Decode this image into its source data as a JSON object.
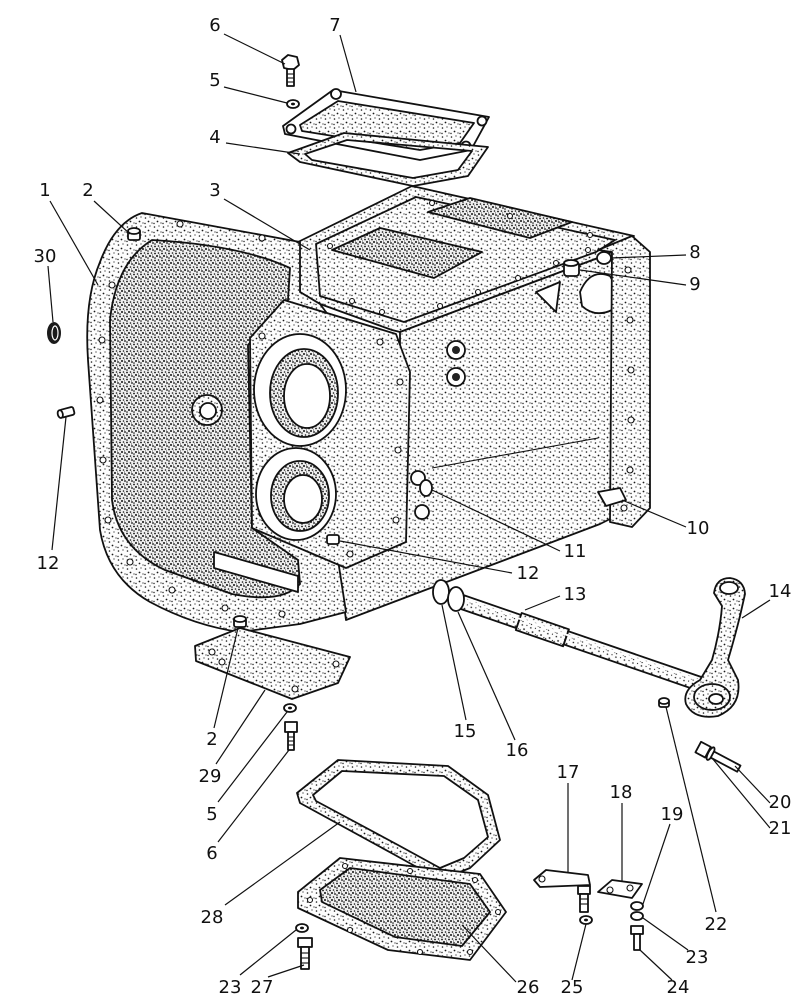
{
  "callouts": [
    "6",
    "7",
    "5",
    "4",
    "1",
    "2",
    "3",
    "30",
    "8",
    "9",
    "12",
    "10",
    "11",
    "12",
    "13",
    "14",
    "15",
    "2",
    "16",
    "29",
    "17",
    "18",
    "20",
    "5",
    "19",
    "21",
    "6",
    "28",
    "22",
    "23",
    "23",
    "27",
    "26",
    "25",
    "24"
  ]
}
